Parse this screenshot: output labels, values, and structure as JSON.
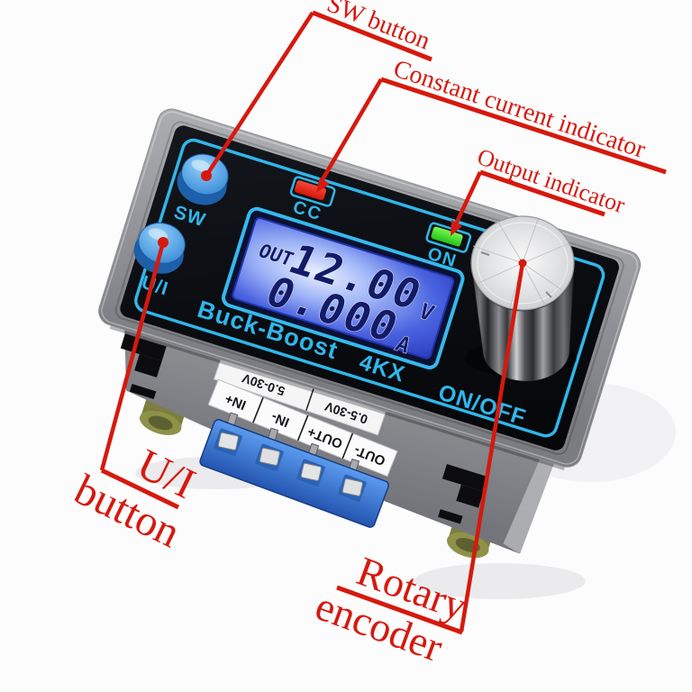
{
  "annotations": {
    "color": "#d6190e",
    "sw": {
      "label": "SW button"
    },
    "cc": {
      "label": "Constant current indicator"
    },
    "out": {
      "label": "Output indicator"
    },
    "ui": {
      "line1": "U/I",
      "line2": "button"
    },
    "rotary": {
      "line1": "Rotary",
      "line2": "encoder"
    }
  },
  "device": {
    "panel": {
      "accent_color": "#30b6ea",
      "sw_label": "SW",
      "ui_label": "U/I",
      "cc_label": "CC",
      "on_label": "ON",
      "brand": "Buck-Boost",
      "model": "4KX",
      "onoff_label": "ON/OFF"
    },
    "lcd": {
      "out_label": "OUT",
      "voltage": "12.00",
      "voltage_unit": "V",
      "current": "0.000",
      "current_unit": "A"
    },
    "indicators": {
      "cc_color": "#e3261a",
      "on_color": "#35d81f"
    },
    "stickers": {
      "input_range": "5.0-30V",
      "output_range": "0.5-30V",
      "terminals": [
        "IN+",
        "IN-",
        "OUT+",
        "OUT-"
      ]
    }
  }
}
